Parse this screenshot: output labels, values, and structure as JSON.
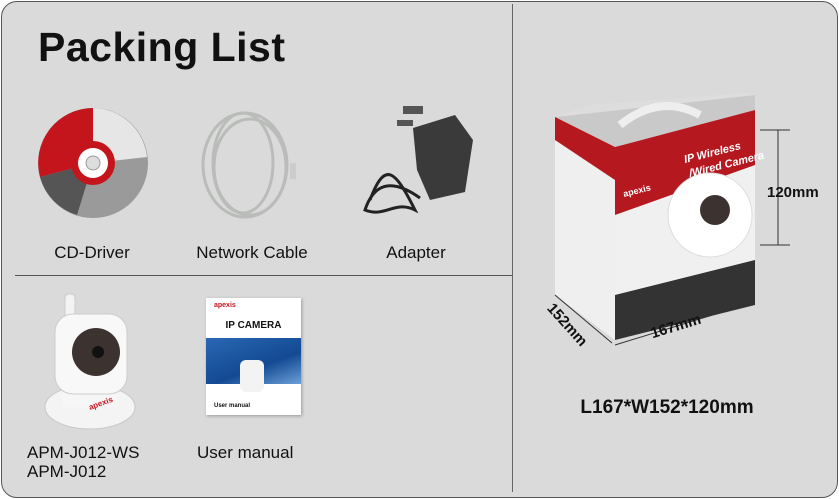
{
  "title": "Packing List",
  "items": [
    {
      "label": "CD-Driver"
    },
    {
      "label": "Network Cable"
    },
    {
      "label": "Adapter"
    },
    {
      "label_line1": "APM-J012-WS",
      "label_line2": "APM-J012"
    },
    {
      "label": "User manual"
    }
  ],
  "manual": {
    "brand": "apexis",
    "heading": "IP CAMERA",
    "footer": "User manual"
  },
  "box": {
    "height_label": "120mm",
    "width_label": "152mm",
    "length_label": "167mm",
    "dimensions": "L167*W152*120mm",
    "front_text_1": "IP Wireless",
    "front_text_2": "/Wired Camera",
    "brand": "apexis"
  },
  "colors": {
    "background": "#dadada",
    "accent_red": "#c4151c"
  }
}
